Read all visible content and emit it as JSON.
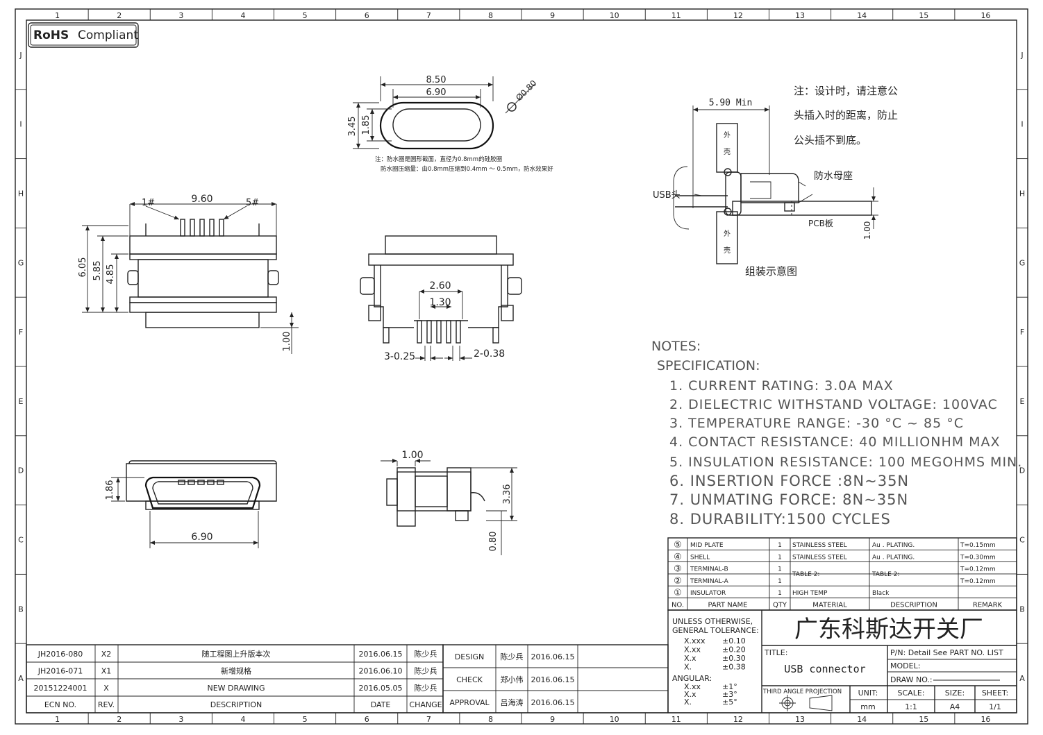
{
  "badge": {
    "rohs": "RoHS",
    "compliant": "Compliant"
  },
  "grid": {
    "cols": [
      "1",
      "2",
      "3",
      "4",
      "5",
      "6",
      "7",
      "8",
      "9",
      "10",
      "11",
      "12",
      "13",
      "14",
      "15",
      "16"
    ],
    "rows": [
      "J",
      "I",
      "H",
      "G",
      "F",
      "E",
      "D",
      "C",
      "B",
      "A"
    ]
  },
  "dims_top": {
    "d850": "8.50",
    "d690": "6.90",
    "d345": "3.45",
    "d185": "1.85",
    "dia": "Ø0.80",
    "note1": "注：防水圈是圆形截面，直径为0.8mm的硅胶圈",
    "note2": "防水圈压缩量：由0.8mm压缩到0.4mm ～ 0.5mm，防水效果好"
  },
  "dims_left": {
    "d960": "9.60",
    "p1": "1#",
    "p5": "5#",
    "d605": "6.05",
    "d585": "5.85",
    "d485": "4.85",
    "d100": "1.00"
  },
  "dims_center": {
    "d260": "2.60",
    "d130": "1.30",
    "d325": "3-0.25",
    "d238": "2-0.38"
  },
  "dims_front": {
    "d186": "1.86",
    "d690": "6.90"
  },
  "dims_side": {
    "d100": "1.00",
    "d336": "3.36",
    "d080": "0.80"
  },
  "assembly": {
    "d590": "5.90 Min",
    "note1": "注：设计时，请注意公",
    "note2": "头插入时的距离，防止",
    "note3": "公头插不到底。",
    "shell1": "外",
    "shell2": "壳",
    "usb": "USB头",
    "socket": "防水母座",
    "pcb": "PCB板",
    "d100": "1.00",
    "caption": "组装示意图"
  },
  "notes": {
    "title": "NOTES:",
    "spec": "SPECIFICATION:",
    "items": [
      "1. CURRENT RATING: 3.0A MAX",
      "2. DIELECTRIC WITHSTAND VOLTAGE: 100VAC",
      "3. TEMPERATURE RANGE: -30 °C ~ 85 °C",
      "4. CONTACT RESISTANCE: 40 MILLIONHM MAX",
      "5. INSULATION RESISTANCE: 100 MEGOHMS MIN.",
      "6. INSERTION FORCE :8N~35N",
      "7. UNMATING FORCE: 8N~35N",
      "8. DURABILITY:1500 CYCLES"
    ]
  },
  "bom": {
    "rows": [
      {
        "no": "⑤",
        "part": "MID PLATE",
        "qty": "1",
        "material": "STAINLESS STEEL",
        "desc": "Au . PLATING.",
        "remark": "T=0.15mm"
      },
      {
        "no": "④",
        "part": "SHELL",
        "qty": "1",
        "material": "STAINLESS STEEL",
        "desc": "Au . PLATING.",
        "remark": "T=0.30mm"
      },
      {
        "no": "③",
        "part": "TERMINAL-B",
        "qty": "1",
        "material": "",
        "desc": "",
        "remark": "T=0.12mm"
      },
      {
        "no": "②",
        "part": "TERMINAL-A",
        "qty": "1",
        "material": "",
        "desc": "",
        "remark": "T=0.12mm"
      },
      {
        "no": "①",
        "part": "INSULATOR",
        "qty": "1",
        "material": "HIGH TEMP",
        "desc": "Black",
        "remark": ""
      }
    ],
    "table2a": "TABLE 2:",
    "table2b": "TABLE 2:",
    "headers": {
      "no": "NO.",
      "part": "PART NAME",
      "qty": "QTY",
      "material": "MATERIAL",
      "desc": "DESCRIPTION",
      "remark": "REMARK"
    }
  },
  "tolerance": {
    "l1": "UNLESS OTHERWISE,",
    "l2": "GENERAL TOLERANCE:",
    "rows": [
      [
        "X.xxx",
        "±0.10"
      ],
      [
        "X.xx",
        "±0.20"
      ],
      [
        "X.x",
        "±0.30"
      ],
      [
        "X.",
        "±0.38"
      ]
    ],
    "angular": "ANGULAR:",
    "arows": [
      [
        "X.xx",
        "±1°"
      ],
      [
        "X.x",
        "±3°"
      ],
      [
        "X.",
        "±5°"
      ]
    ]
  },
  "titleblock": {
    "company": "广东科斯达开关厂",
    "title_label": "TITLE:",
    "title": "USB connector",
    "pn": "P/N: Detail See PART NO. LIST",
    "model": "MODEL:",
    "drawno": "DRAW NO.:",
    "projection": "THIRD ANGLE PROJECTION",
    "unit_l": "UNIT:",
    "unit": "mm",
    "scale_l": "SCALE:",
    "scale": "1:1",
    "size_l": "SIZE:",
    "size": "A4",
    "sheet_l": "SHEET:",
    "sheet": "1/1"
  },
  "revisions": {
    "rows": [
      {
        "ecn": "JH2016-080",
        "rev": "X2",
        "desc": "随工程图上升版本次",
        "date": "2016.06.15",
        "change": "陈少兵"
      },
      {
        "ecn": "JH2016-071",
        "rev": "X1",
        "desc": "新增规格",
        "date": "2016.06.10",
        "change": "陈少兵"
      },
      {
        "ecn": "20151224001",
        "rev": "X",
        "desc": "NEW DRAWING",
        "date": "2016.05.05",
        "change": "陈少兵"
      }
    ],
    "headers": {
      "ecn": "ECN NO.",
      "rev": "REV.",
      "desc": "DESCRIPTION",
      "date": "DATE",
      "change": "CHANGE"
    }
  },
  "approvals": {
    "rows": [
      {
        "role": "DESIGN",
        "name": "陈少兵",
        "date": "2016.06.15"
      },
      {
        "role": "CHECK",
        "name": "郑小伟",
        "date": "2016.06.15"
      },
      {
        "role": "APPROVAL",
        "name": "吕海涛",
        "date": "2016.06.15"
      }
    ]
  }
}
